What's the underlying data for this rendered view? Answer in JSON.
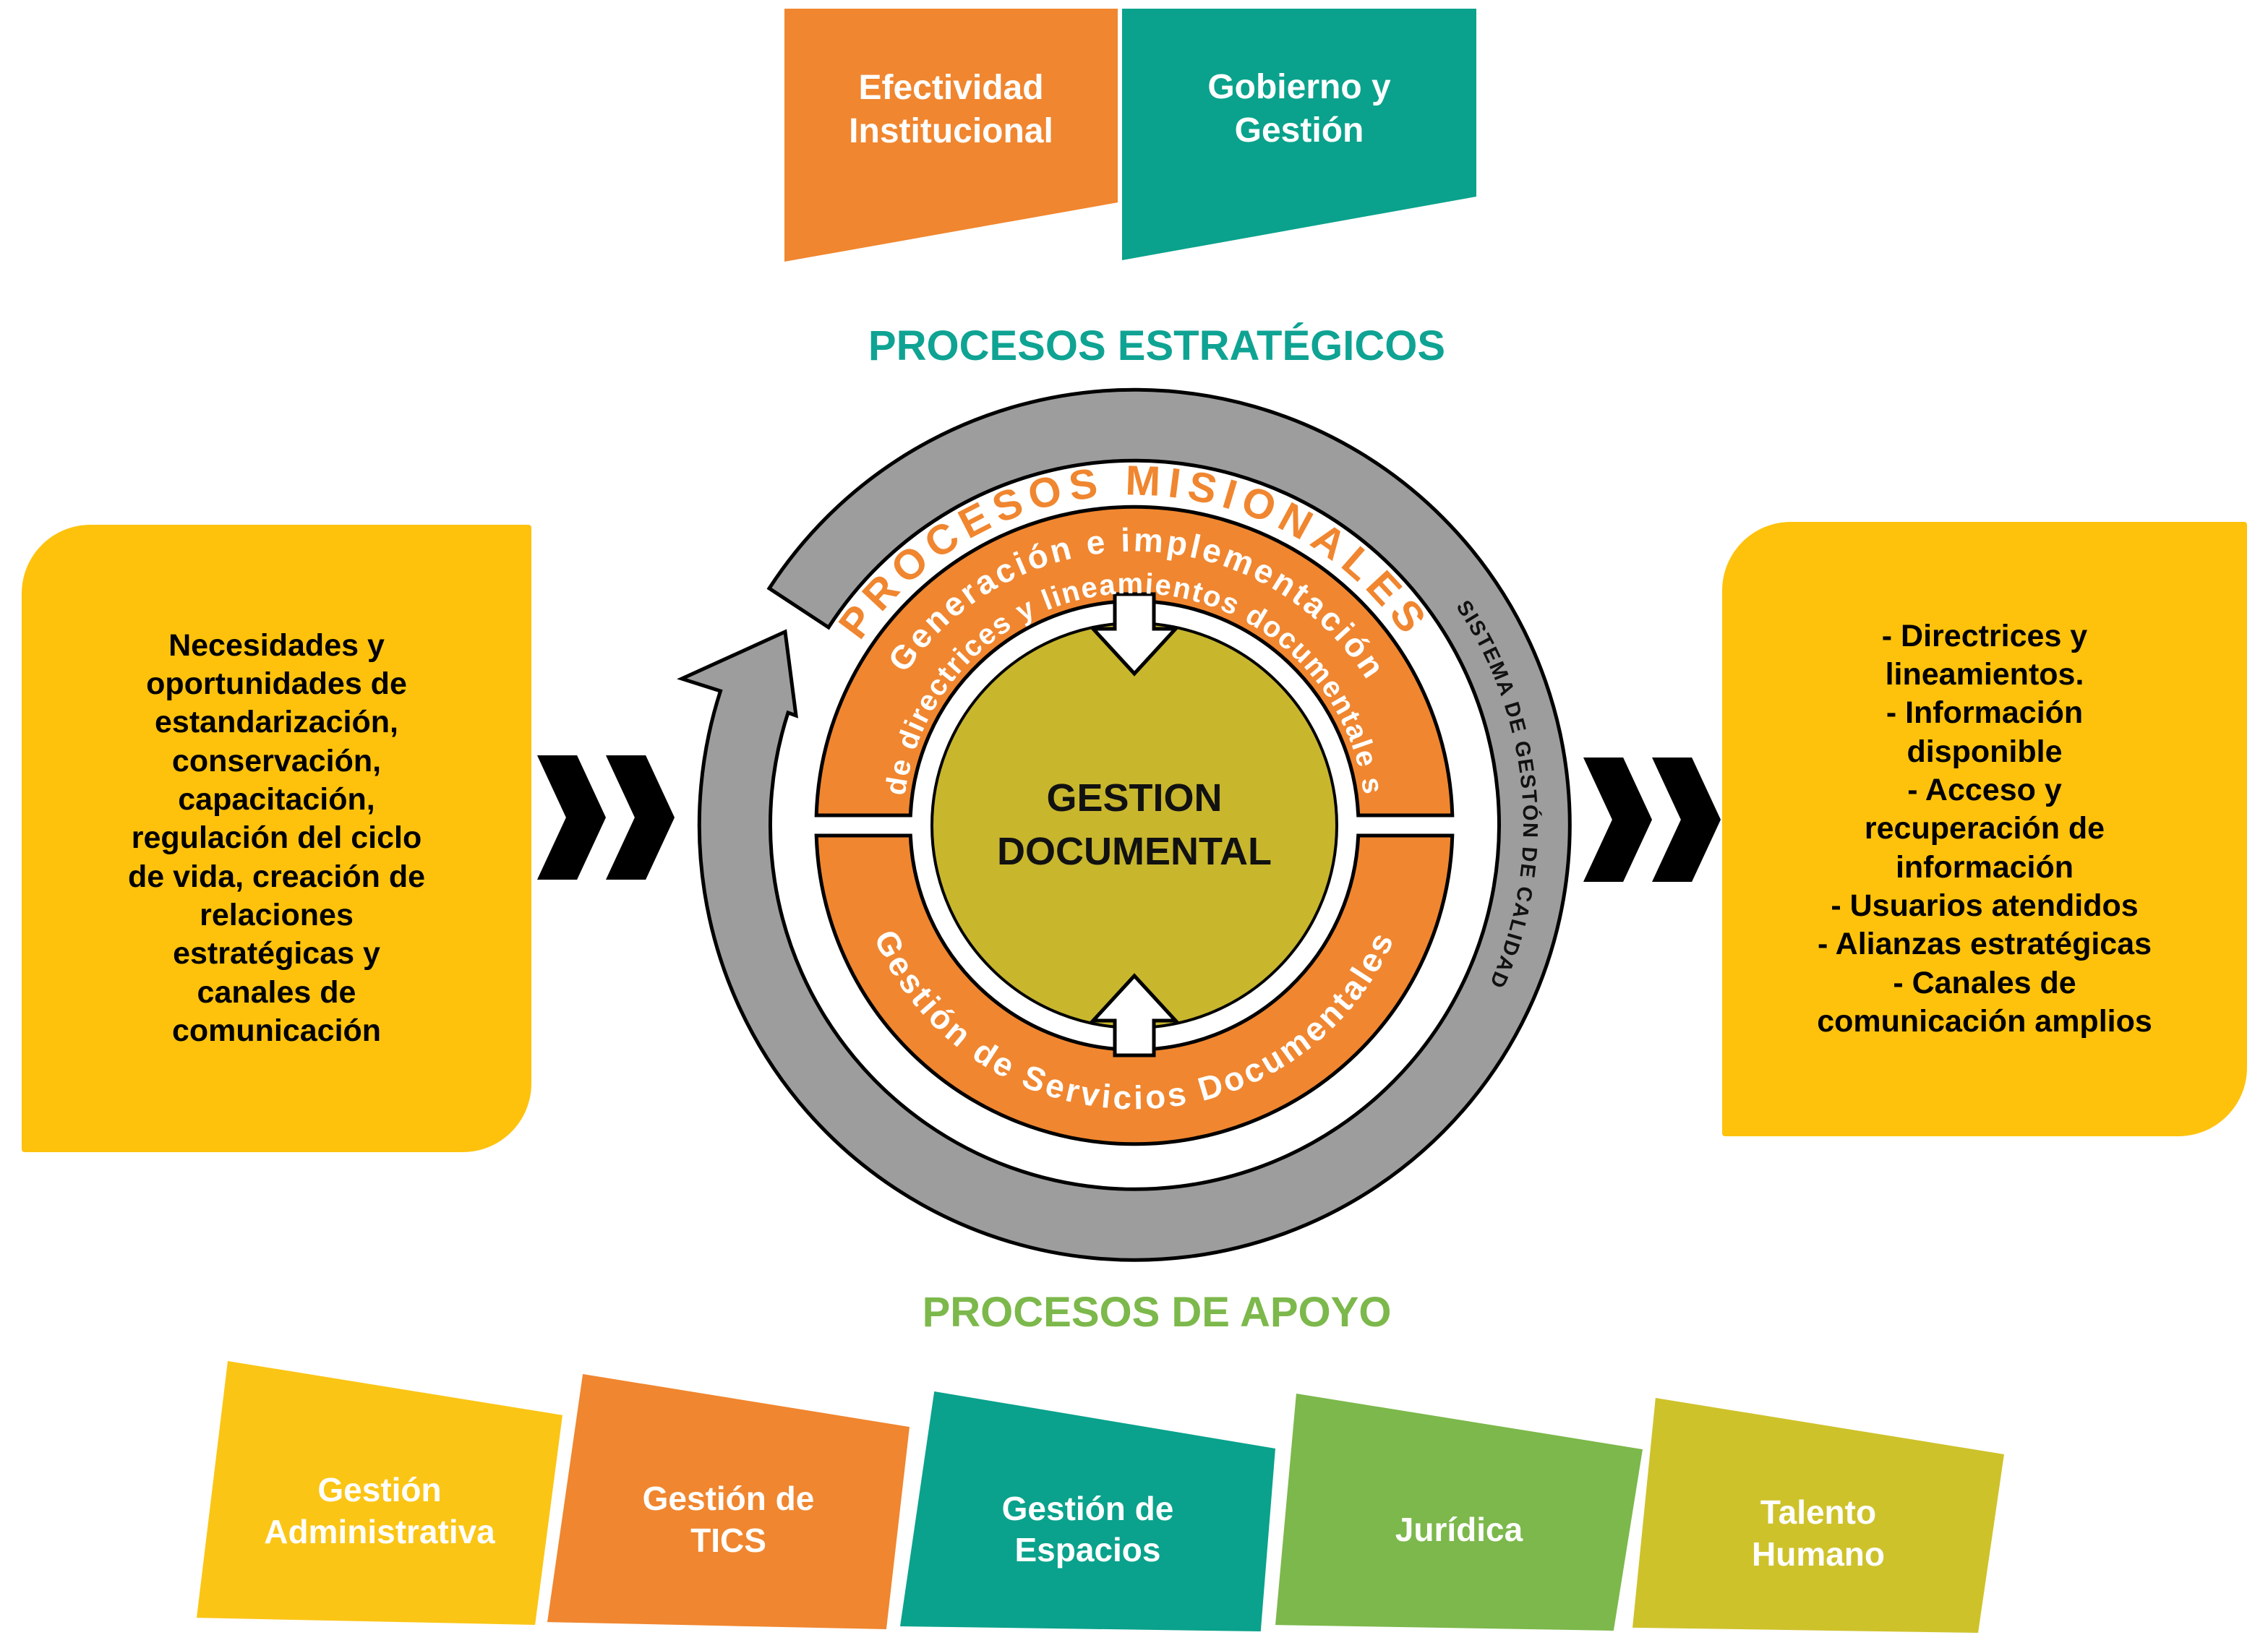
{
  "banners": [
    {
      "label": "Efectividad\nInstitucional"
    },
    {
      "label": "Gobierno y\nGestión"
    }
  ],
  "headings": {
    "top": "PROCESOS ESTRATÉGICOS",
    "bottom": "PROCESOS DE APOYO"
  },
  "left_box": {
    "text": "Necesidades y\noportunidades de\nestandarización,\nconservación,\ncapacitación,\nregulación del ciclo\nde vida, creación de\nrelaciones\nestratégicas y\ncanales de\ncomunicación"
  },
  "right_box": {
    "text": "- Directrices y\nlineamientos.\n- Información\ndisponible\n- Acceso y\nrecuperación de\ninformación\n- Usuarios atendidos\n- Alianzas estratégicas\n- Canales de\ncomunicación amplios"
  },
  "ring": {
    "misionales": "PROCESOS MISIONALES",
    "linea1": "Generación e implementación",
    "linea2": "de directrices y lineamientos documentale s",
    "servicios": "Gestión de Servicios Documentales",
    "sistema": "SISTEMA DE GESTÓN DE CALIDAD",
    "center_line1": "GESTION",
    "center_line2": "DOCUMENTAL"
  },
  "bottom_shapes": [
    {
      "label": "Gestión\nAdministrativa"
    },
    {
      "label": "Gestión de\nTICS"
    },
    {
      "label": "Gestión de\nEspacios"
    },
    {
      "label": "Jurídica"
    },
    {
      "label": "Talento\nHumano"
    }
  ],
  "icons": [
    "chevron-right-icon",
    "arrow-down-icon",
    "arrow-up-icon",
    "circular-arrow-icon"
  ],
  "colors": {
    "orange": "#F0862F",
    "teal": "#0AA28C",
    "yellow": "#FEC20D",
    "yellow2": "#FBC515",
    "green": "#7CB84B",
    "olive": "#CEC22B",
    "circle": "#C8B62D",
    "gray": "#9D9D9D",
    "tealText": "#0FA393",
    "greenText": "#7CB84B",
    "ink": "#000000"
  }
}
